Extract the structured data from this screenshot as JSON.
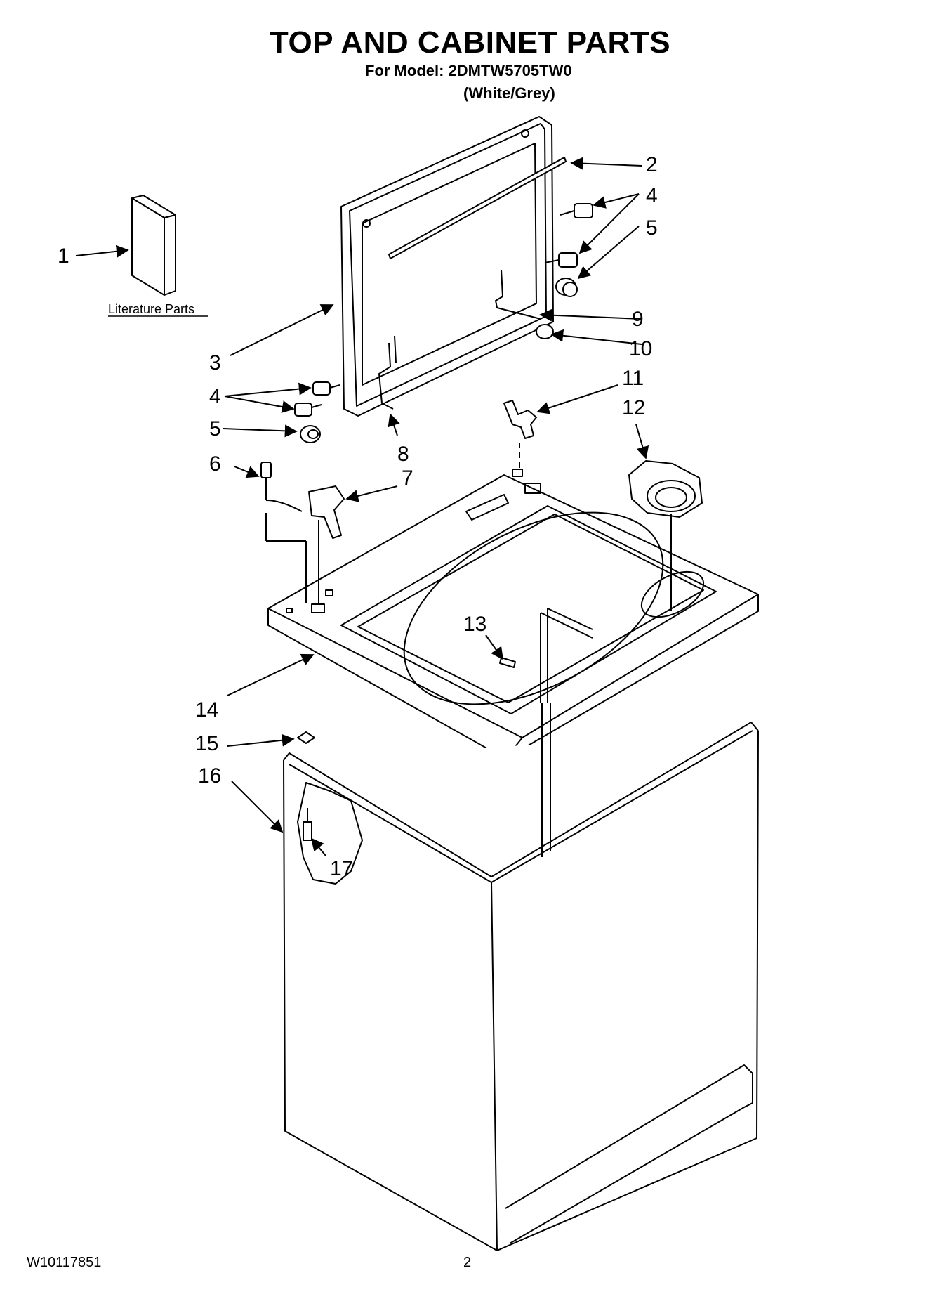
{
  "header": {
    "title": "TOP AND CABINET PARTS",
    "model_line": "For Model: 2DMTW5705TW0",
    "variant": "(White/Grey)"
  },
  "literature_label": "Literature Parts",
  "callouts": {
    "c1": "1",
    "c2": "2",
    "c3": "3",
    "c4a": "4",
    "c4b": "4",
    "c5a": "5",
    "c5b": "5",
    "c6": "6",
    "c7": "7",
    "c8": "8",
    "c9": "9",
    "c10": "10",
    "c11": "11",
    "c12": "12",
    "c13": "13",
    "c14": "14",
    "c15": "15",
    "c16": "16",
    "c17": "17"
  },
  "footer": {
    "doc_number": "W10117851",
    "page_number": "2"
  }
}
